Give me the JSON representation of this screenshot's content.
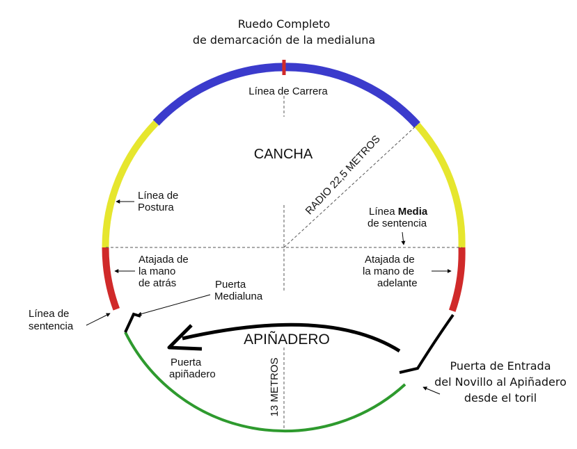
{
  "title": {
    "line1": "Ruedo Completo",
    "line2": "de demarcación de la medialuna"
  },
  "labels": {
    "carrera": "Línea de Carrera",
    "cancha": "CANCHA",
    "radio": "RADIO 22,5 METROS",
    "postura_1": "Línea de",
    "postura_2": "Postura",
    "media_1_pre": "Línea ",
    "media_1_bold": "Media",
    "media_2": "de sentencia",
    "atras_1": "Atajada de",
    "atras_2": "la mano",
    "atras_3": "de atrás",
    "adelante_1": "Atajada de",
    "adelante_2": "la mano de",
    "adelante_3": "adelante",
    "puerta_medialuna_1": "Puerta",
    "puerta_medialuna_2": "Medialuna",
    "sentencia_1": "Línea de",
    "sentencia_2": "sentencia",
    "apinadero": "APIÑADERO",
    "puerta_apinadero_1": "Puerta",
    "puerta_apinadero_2": "apiñadero",
    "trece_metros": "13 METROS",
    "entrada_1": "Puerta de Entrada",
    "entrada_2": "del Novillo al Apiñadero",
    "entrada_3": "desde el toril"
  },
  "colors": {
    "carrera": "#3b3bcc",
    "postura": "#e6e62e",
    "atajada": "#d02a2a",
    "apinadero_wall": "#2e9a2e",
    "gate": "#000000",
    "center_mark": "#d02a2a"
  }
}
